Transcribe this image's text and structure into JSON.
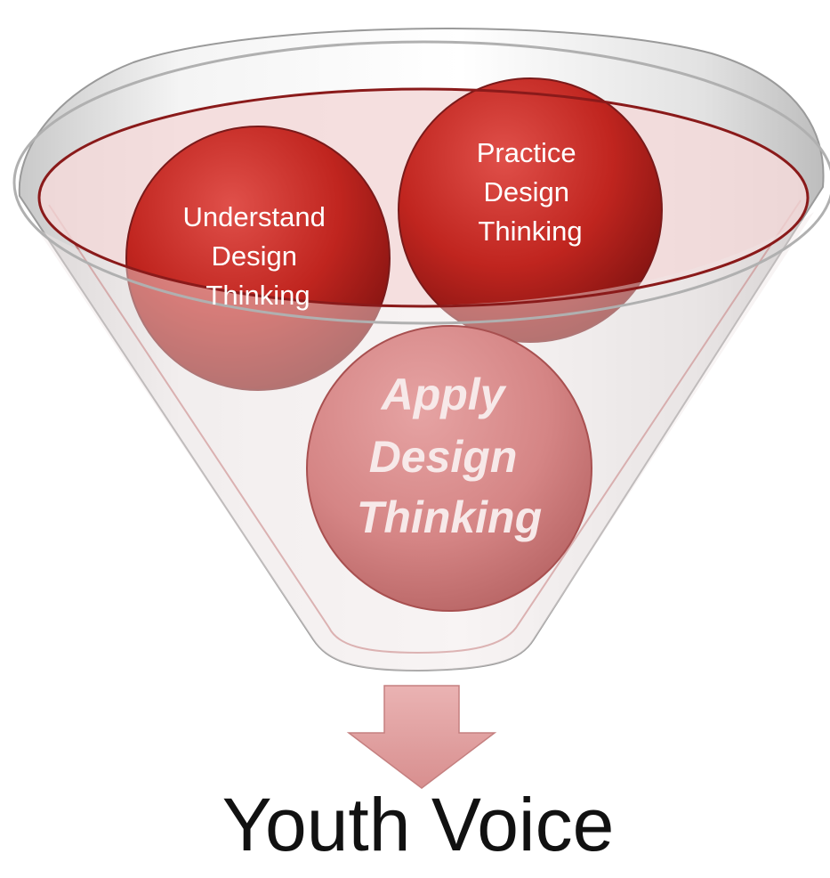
{
  "funnel": {
    "balls": [
      {
        "id": "understand",
        "lines": [
          "Understand",
          "Design",
          "Thinking"
        ]
      },
      {
        "id": "practice",
        "lines": [
          "Practice",
          "Design",
          "Thinking"
        ]
      },
      {
        "id": "apply",
        "lines": [
          "Apply",
          "Design",
          "Thinking"
        ]
      }
    ],
    "colors": {
      "ball_dark": "#b8211c",
      "ball_light": "#d98a8a",
      "rim_stroke": "#8a1a1a",
      "funnel_fill": "#ececec",
      "arrow_fill": "#e3a3a3"
    }
  },
  "outcome": {
    "label": "Youth Voice"
  }
}
